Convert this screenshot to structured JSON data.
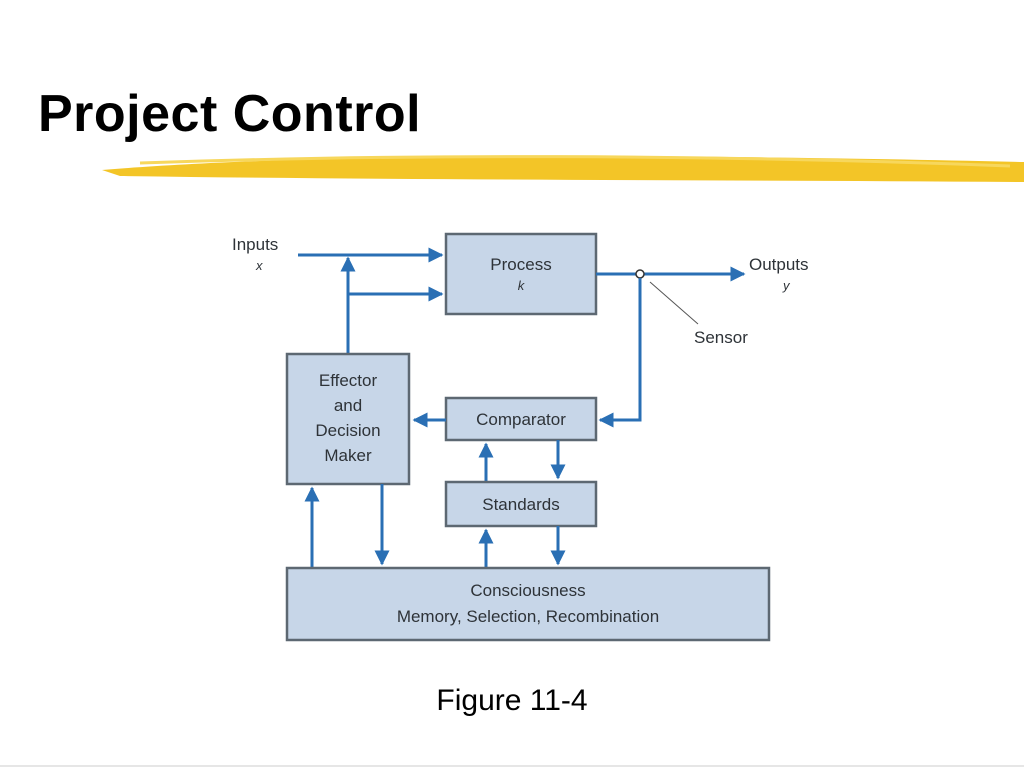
{
  "slide": {
    "title": "Project Control",
    "caption": "Figure 11-4"
  },
  "diagram": {
    "inputs_label": "Inputs",
    "inputs_symbol": "x",
    "outputs_label": "Outputs",
    "outputs_symbol": "y",
    "sensor_label": "Sensor",
    "process": {
      "line1": "Process",
      "line2": "k"
    },
    "effector": {
      "line1": "Effector",
      "line2": "and",
      "line3": "Decision",
      "line4": "Maker"
    },
    "comparator": "Comparator",
    "standards": "Standards",
    "consciousness": {
      "line1": "Consciousness",
      "line2": "Memory, Selection, Recombination"
    }
  },
  "colors": {
    "highlight": "#f2c21b",
    "box_fill": "#c7d6e8",
    "arrow": "#2a6fb4"
  }
}
